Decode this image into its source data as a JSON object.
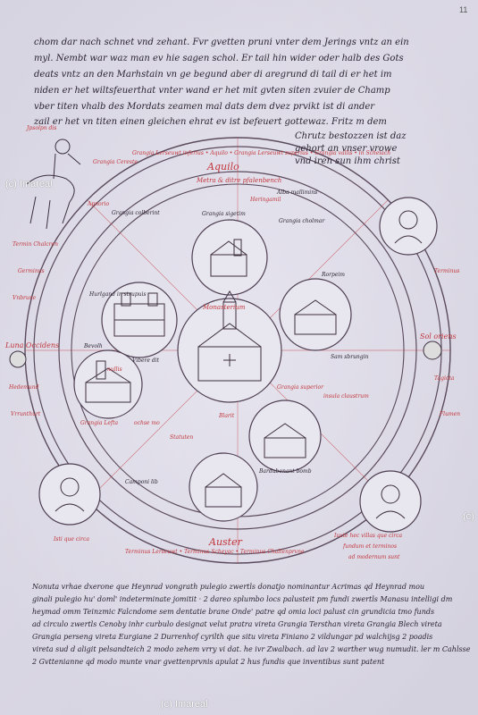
{
  "watermarks": [
    "(c) Imareal",
    "(c) Imareal",
    "(c)"
  ],
  "page_number": "11",
  "german_text": [
    "chom dar nach schnet vnd zehant. Fvr gvetten pruni vnter dem Jerings vntz an ein",
    "myl. Nembt war waz man ev hie sagen schol. Er tail hin wider oder halb des Gots",
    "deats vntz an den Marhstain vn ge begund aber di aregrund di tail di er het im",
    "niden er het wiltsfeuerthat vnter wand er het mit gvten siten zvuier de Champ",
    "vber titen vhalb des Mordats zeamen mal dats dem dvez prvikt ist di ander",
    "zail er het vn titen einen gleichen ehrat ev ist befeuert gottewaz. Fritz m dem",
    "Chrutz bestozzen ist daz",
    "gehort an vnser vrowe",
    "vnd iren sun ihm christ"
  ],
  "map": {
    "north_label": "Aquilo",
    "south_label": "Auster",
    "east_label": "Sol oriens",
    "west_label": "Luna Occidens",
    "center_label": "Monasterium",
    "north_heading": "Metra & ditre pfalenbench",
    "inner_ring_text": "Grangia Lerseuwt inferius • Aquilo • Grangia Lerseuwt superius • Grangia vallis • in Scheiach",
    "outer_ring_text": "Terminus Lerseuwt • Terminus Scheyac • Terminus Chaltenprvne",
    "labels_red": [
      "Jpsolpn dis",
      "Grangia Cereste",
      "Termin Chalcren",
      "Germinus",
      "Vnbrune",
      "Hedemund",
      "Vrrunthurt",
      "nullis",
      "Grangia Lefta",
      "Apnorio",
      "Terminus",
      "Tagiota",
      "Flumen",
      "ochse mo",
      "Statuten",
      "Grangia superior",
      "insula claustrum",
      "Blarit",
      "Heringamil"
    ],
    "labels_black": [
      "Alba mallimins",
      "Grangia sigetim",
      "Grangia colberint",
      "Vibere dit",
      "Bevolh",
      "Rorpeim",
      "Grangia cholmar",
      "Sam sbrungin",
      "Hurlgand in strupuis",
      "Bardubenant bomb",
      "Camponi lib"
    ]
  },
  "latin_text": [
    "Nonuta vrhae dxerone que Heynrad vongrath pulegio zwertls donatjo nominantur Acrimas qd Heynrad mou",
    "ginali pulegio hu' doml' indeterminate jomitit · 2 dareo splumbo locs palusteit pm fundi zwertls Manasu intelligi dm",
    "heymad omm Teinzmic Falcndome sem dentatie brane Onde' patre qd omia loci palust cin grundicia tmo funds",
    "ad circulo zwertls Cenoby inhr curbulo designat velut pratra vireta Grangia Tersthan vireta Grangia Blech vireta",
    "Grangia perseng vireta Eurgiane 2 Durrenhof cyrilth que situ vireta Finiano 2 vildungar pd walchijsg 2 poadis",
    "vireta sud d aligit pelsandteich 2 modo zehem vrry vi dat. he ivr Zwalbach. ad lav 2 warther wug numudit. ler m Cahlsse",
    "2 Gvttenianne qd modo munte vnar gvettenprvnis apulat 2 hus fundis que inventibus sunt patent"
  ],
  "red_margin_notes": [
    "Iuxte hec villas que circa",
    "fundum et terminos",
    "ad modernum sunt",
    "Isti que circa"
  ]
}
